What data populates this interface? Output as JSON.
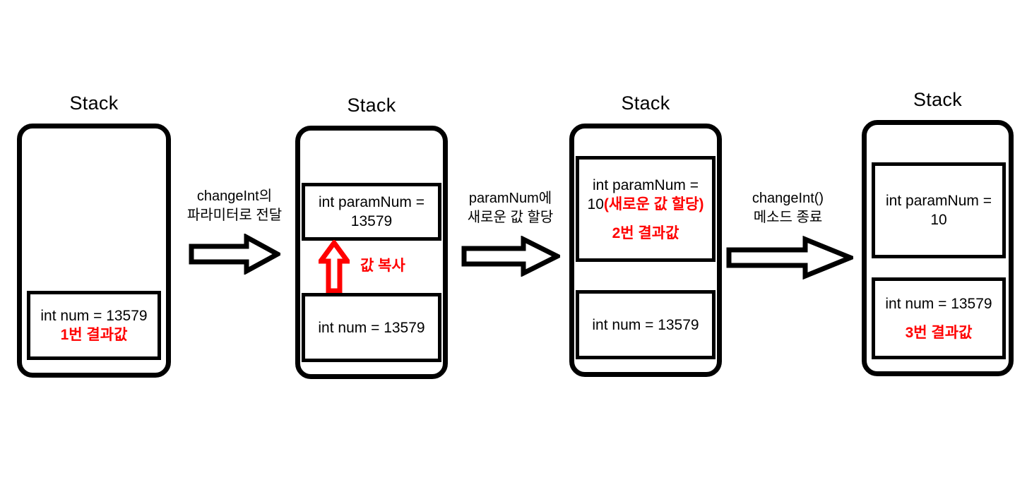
{
  "diagram": {
    "title_text": "Stack",
    "colors": {
      "stroke": "#000000",
      "highlight": "#ff0000",
      "background": "#ffffff"
    },
    "panels": [
      {
        "id": "panel-1",
        "title": "Stack",
        "frames": [
          {
            "id": "frame-num-1",
            "lines": [
              {
                "text": "int num = 13579",
                "color": "black"
              },
              {
                "text": "1번 결과값",
                "color": "red"
              }
            ]
          }
        ]
      },
      {
        "id": "panel-2",
        "title": "Stack",
        "frames": [
          {
            "id": "frame-paramnum-2",
            "lines": [
              {
                "text": "int paramNum =",
                "color": "black"
              },
              {
                "text": "13579",
                "color": "black"
              }
            ]
          },
          {
            "id": "frame-num-2",
            "lines": [
              {
                "text": "int num = 13579",
                "color": "black"
              }
            ]
          }
        ],
        "copy_arrow": {
          "label": "값 복사",
          "color": "#ff0000"
        }
      },
      {
        "id": "panel-3",
        "title": "Stack",
        "frames": [
          {
            "id": "frame-paramnum-3",
            "lines": [
              {
                "text": "int paramNum =",
                "color": "black"
              },
              {
                "text_black": "10",
                "text_red": "(새로운 값 할당)",
                "mixed": true
              },
              {
                "text": "2번 결과값",
                "color": "red"
              }
            ]
          },
          {
            "id": "frame-num-3",
            "lines": [
              {
                "text": "int num = 13579",
                "color": "black"
              }
            ]
          }
        ]
      },
      {
        "id": "panel-4",
        "title": "Stack",
        "frames": [
          {
            "id": "frame-paramnum-4",
            "lines": [
              {
                "text": "int paramNum =",
                "color": "black"
              },
              {
                "text": "10",
                "color": "black"
              }
            ]
          },
          {
            "id": "frame-num-4",
            "lines": [
              {
                "text": "int num = 13579",
                "color": "black"
              },
              {
                "text": "3번 결과값",
                "color": "red"
              }
            ]
          }
        ]
      }
    ],
    "transitions": [
      {
        "id": "transition-1",
        "line1": "changeInt의",
        "line2": "파라미터로 전달"
      },
      {
        "id": "transition-2",
        "line1": "paramNum에",
        "line2": "새로운 값 할당"
      },
      {
        "id": "transition-3",
        "line1": "changeInt()",
        "line2": "메소드 종료"
      }
    ]
  }
}
